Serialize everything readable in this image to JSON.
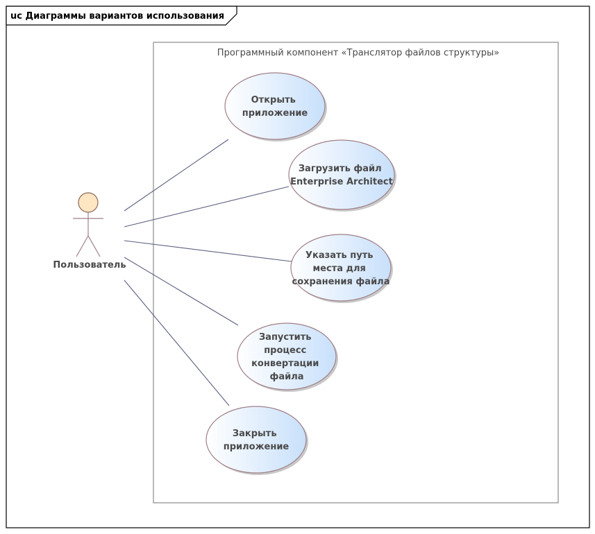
{
  "diagram_frame": {
    "title": "uc Диаграммы вариантов использования"
  },
  "system_boundary": {
    "title": "Программный компонент «Транслятор файлов структуры»"
  },
  "actor": {
    "name": "Пользователь"
  },
  "use_cases": [
    {
      "id": "open",
      "lines": [
        "Открыть",
        "приложение"
      ]
    },
    {
      "id": "load",
      "lines": [
        "Загрузить файл",
        "Enterprise Architect"
      ]
    },
    {
      "id": "path",
      "lines": [
        "Указать путь",
        "места для",
        "сохранения файла"
      ]
    },
    {
      "id": "convert",
      "lines": [
        "Запустить",
        "процесс",
        "конвертации",
        "файла"
      ]
    },
    {
      "id": "close",
      "lines": [
        "Закрыть",
        "приложение"
      ]
    }
  ],
  "colors": {
    "usecase_fill_light": "#ffffff",
    "usecase_fill_dark": "#c8e0fb",
    "actor_head": "#ffe6c2",
    "association": "#5c6080"
  }
}
